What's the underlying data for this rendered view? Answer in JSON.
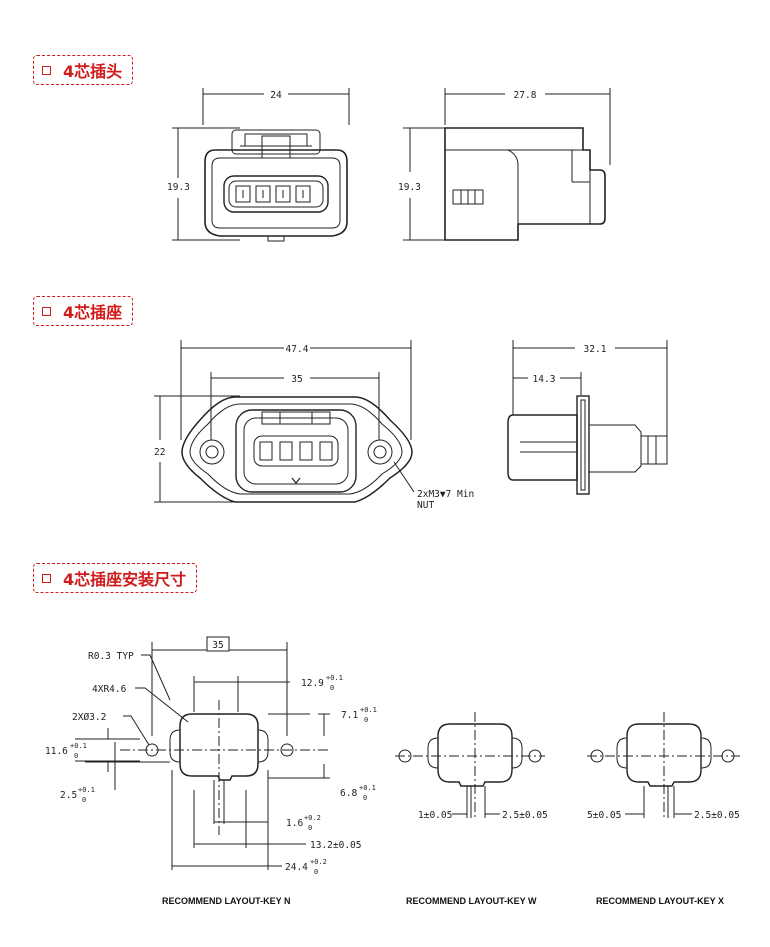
{
  "sections": [
    {
      "title": "4芯插头"
    },
    {
      "title": "4芯插座"
    },
    {
      "title": "4芯插座安装尺寸"
    }
  ],
  "plug": {
    "width": "24",
    "height_front": "19.3",
    "length": "27.8",
    "height_side": "19.3"
  },
  "socket": {
    "overall": "47.4",
    "hole_pitch": "35",
    "height": "22",
    "side_length": "32.1",
    "flange_offset": "14.3",
    "nut_note_1": "2xM3▼7 Min",
    "nut_note_2": "NUT"
  },
  "layout_n": {
    "box35": "35",
    "r03": "R0.3 TYP",
    "r46": "4XR4.6",
    "dia": "2XØ3.2",
    "d129": "12.9",
    "d129_tol": "+0.1",
    "d129_tol0": "0",
    "d71": "7.1",
    "d71_tol": "+0.1",
    "d71_tol0": "0",
    "d116": "11.6",
    "d116_tol": "+0.1",
    "d116_tol0": "0",
    "d25": "2.5",
    "d25_tol": "+0.1",
    "d25_tol0": "0",
    "d68": "6.8",
    "d68_tol": "+0.1",
    "d68_tol0": "0",
    "d16": "1.6",
    "d16_tol": "+0.2",
    "d16_tol0": "0",
    "d132": "13.2±0.05",
    "d244": "24.4",
    "d244_tol": "+0.2",
    "d244_tol0": "0",
    "caption": "RECOMMEND LAYOUT-KEY N"
  },
  "layout_w": {
    "left": "1±0.05",
    "right": "2.5±0.05",
    "caption": "RECOMMEND LAYOUT-KEY W"
  },
  "layout_x": {
    "left": "5±0.05",
    "right": "2.5±0.05",
    "caption": "RECOMMEND LAYOUT-KEY X"
  }
}
